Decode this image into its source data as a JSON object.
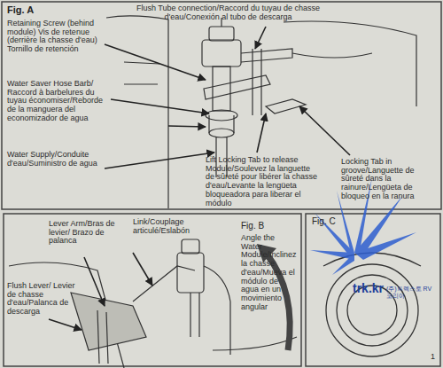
{
  "diagram": {
    "labels": [
      "Fig. A",
      "Flush Tube connection/Raccord du tuyau de chasse d'eau/Conexión al tubo de descarga",
      "Retaining Screw (behind module) Vis de retenue (derrière la chasse d'eau) Tornillo de retención",
      "Water Saver Hose Barb/ Raccord à barbelures du tuyau économiser/Reborde de la manguera del economizador de agua",
      "Water Supply/Conduite d'eau/Suministro de agua",
      "Lift Locking Tab to release Module/Soulevez la languette de sûreté pour libérer la chasse d'eau/Levante la lengüeta bloqueadora para liberar el módulo",
      "Locking Tab in groove/Languette de sûreté dans la rainure/Lengüeta de bloqueo en la ranura",
      "Lever Arm/Bras de levier/ Brazo de palanca",
      "Link/Couplage articulé/Eslabón",
      "Fig. B",
      "Angle the Water Module/Inclinez la chasse d'eau/Mueva el módulo de agua en un movimiento angular",
      "Flush Lever/ Levier de chasse d'eau/Palanca de descarga",
      "Fig. C",
      "trk.kr",
      "(주)트렉스토 RV 코리아",
      "1"
    ]
  }
}
